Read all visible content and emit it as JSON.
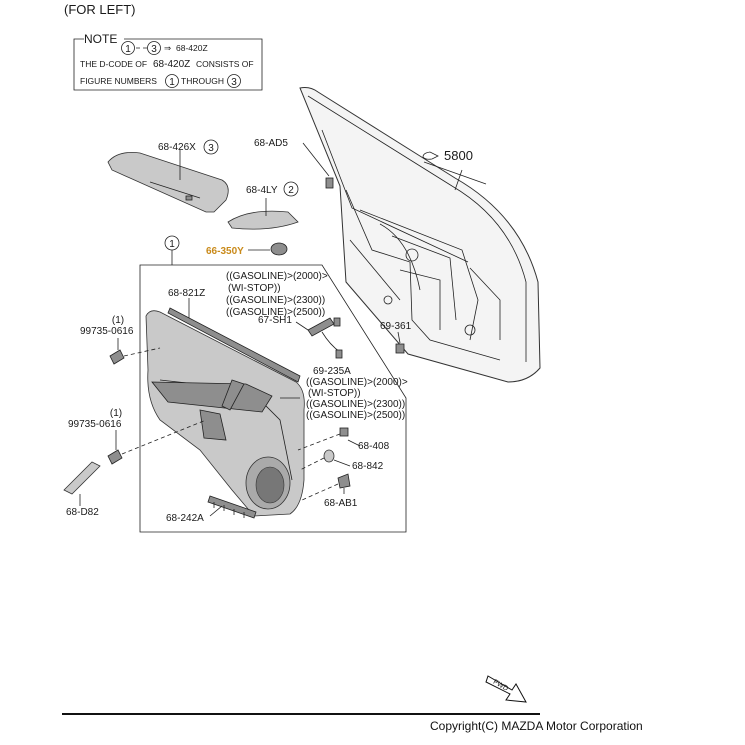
{
  "header": {
    "side": "(FOR LEFT)"
  },
  "note": {
    "title": "NOTE",
    "arrow_code": "68-420Z",
    "range_start": "1",
    "range_end": "3",
    "line2_a": "THE D-CODE OF",
    "line2_code": "68-420Z",
    "line2_b": "CONSISTS OF",
    "line3_a": "FIGURE NUMBERS",
    "line3_b": "THROUGH"
  },
  "callouts": {
    "c1": "1",
    "c2": "2",
    "c3": "3"
  },
  "labels": {
    "p68_426x": "68-426X",
    "p68_ad5": "68-AD5",
    "p5800": "5800",
    "p68_4ly": "68-4LY",
    "p66_350y": "66-350Y",
    "cond1_a": "((GASOLINE)>(2000)>",
    "cond1_b": "(WI-STOP))",
    "cond1_c": "((GASOLINE)>(2300))",
    "cond1_d": "((GASOLINE)>(2500))",
    "p68_821z": "68-821Z",
    "p67_sh1": "67-SH1",
    "p69_361": "69-361",
    "p99735_0616_top_qty": "(1)",
    "p99735_0616_top": "99735-0616",
    "p69_235a": "69-235A",
    "cond2_a": "((GASOLINE)>(2000)>",
    "cond2_b": "(WI-STOP))",
    "cond2_c": "((GASOLINE)>(2300))",
    "cond2_d": "((GASOLINE)>(2500))",
    "p99735_0616_bot_qty": "(1)",
    "p99735_0616_bot": "99735-0616",
    "p68_408": "68-408",
    "p68_842": "68-842",
    "p68_d82": "68-D82",
    "p68_ab1": "68-AB1",
    "p68_242a": "68-242A",
    "fwd": "FWD"
  },
  "footer": {
    "copyright": "Copyright(C) MAZDA Motor Corporation"
  }
}
